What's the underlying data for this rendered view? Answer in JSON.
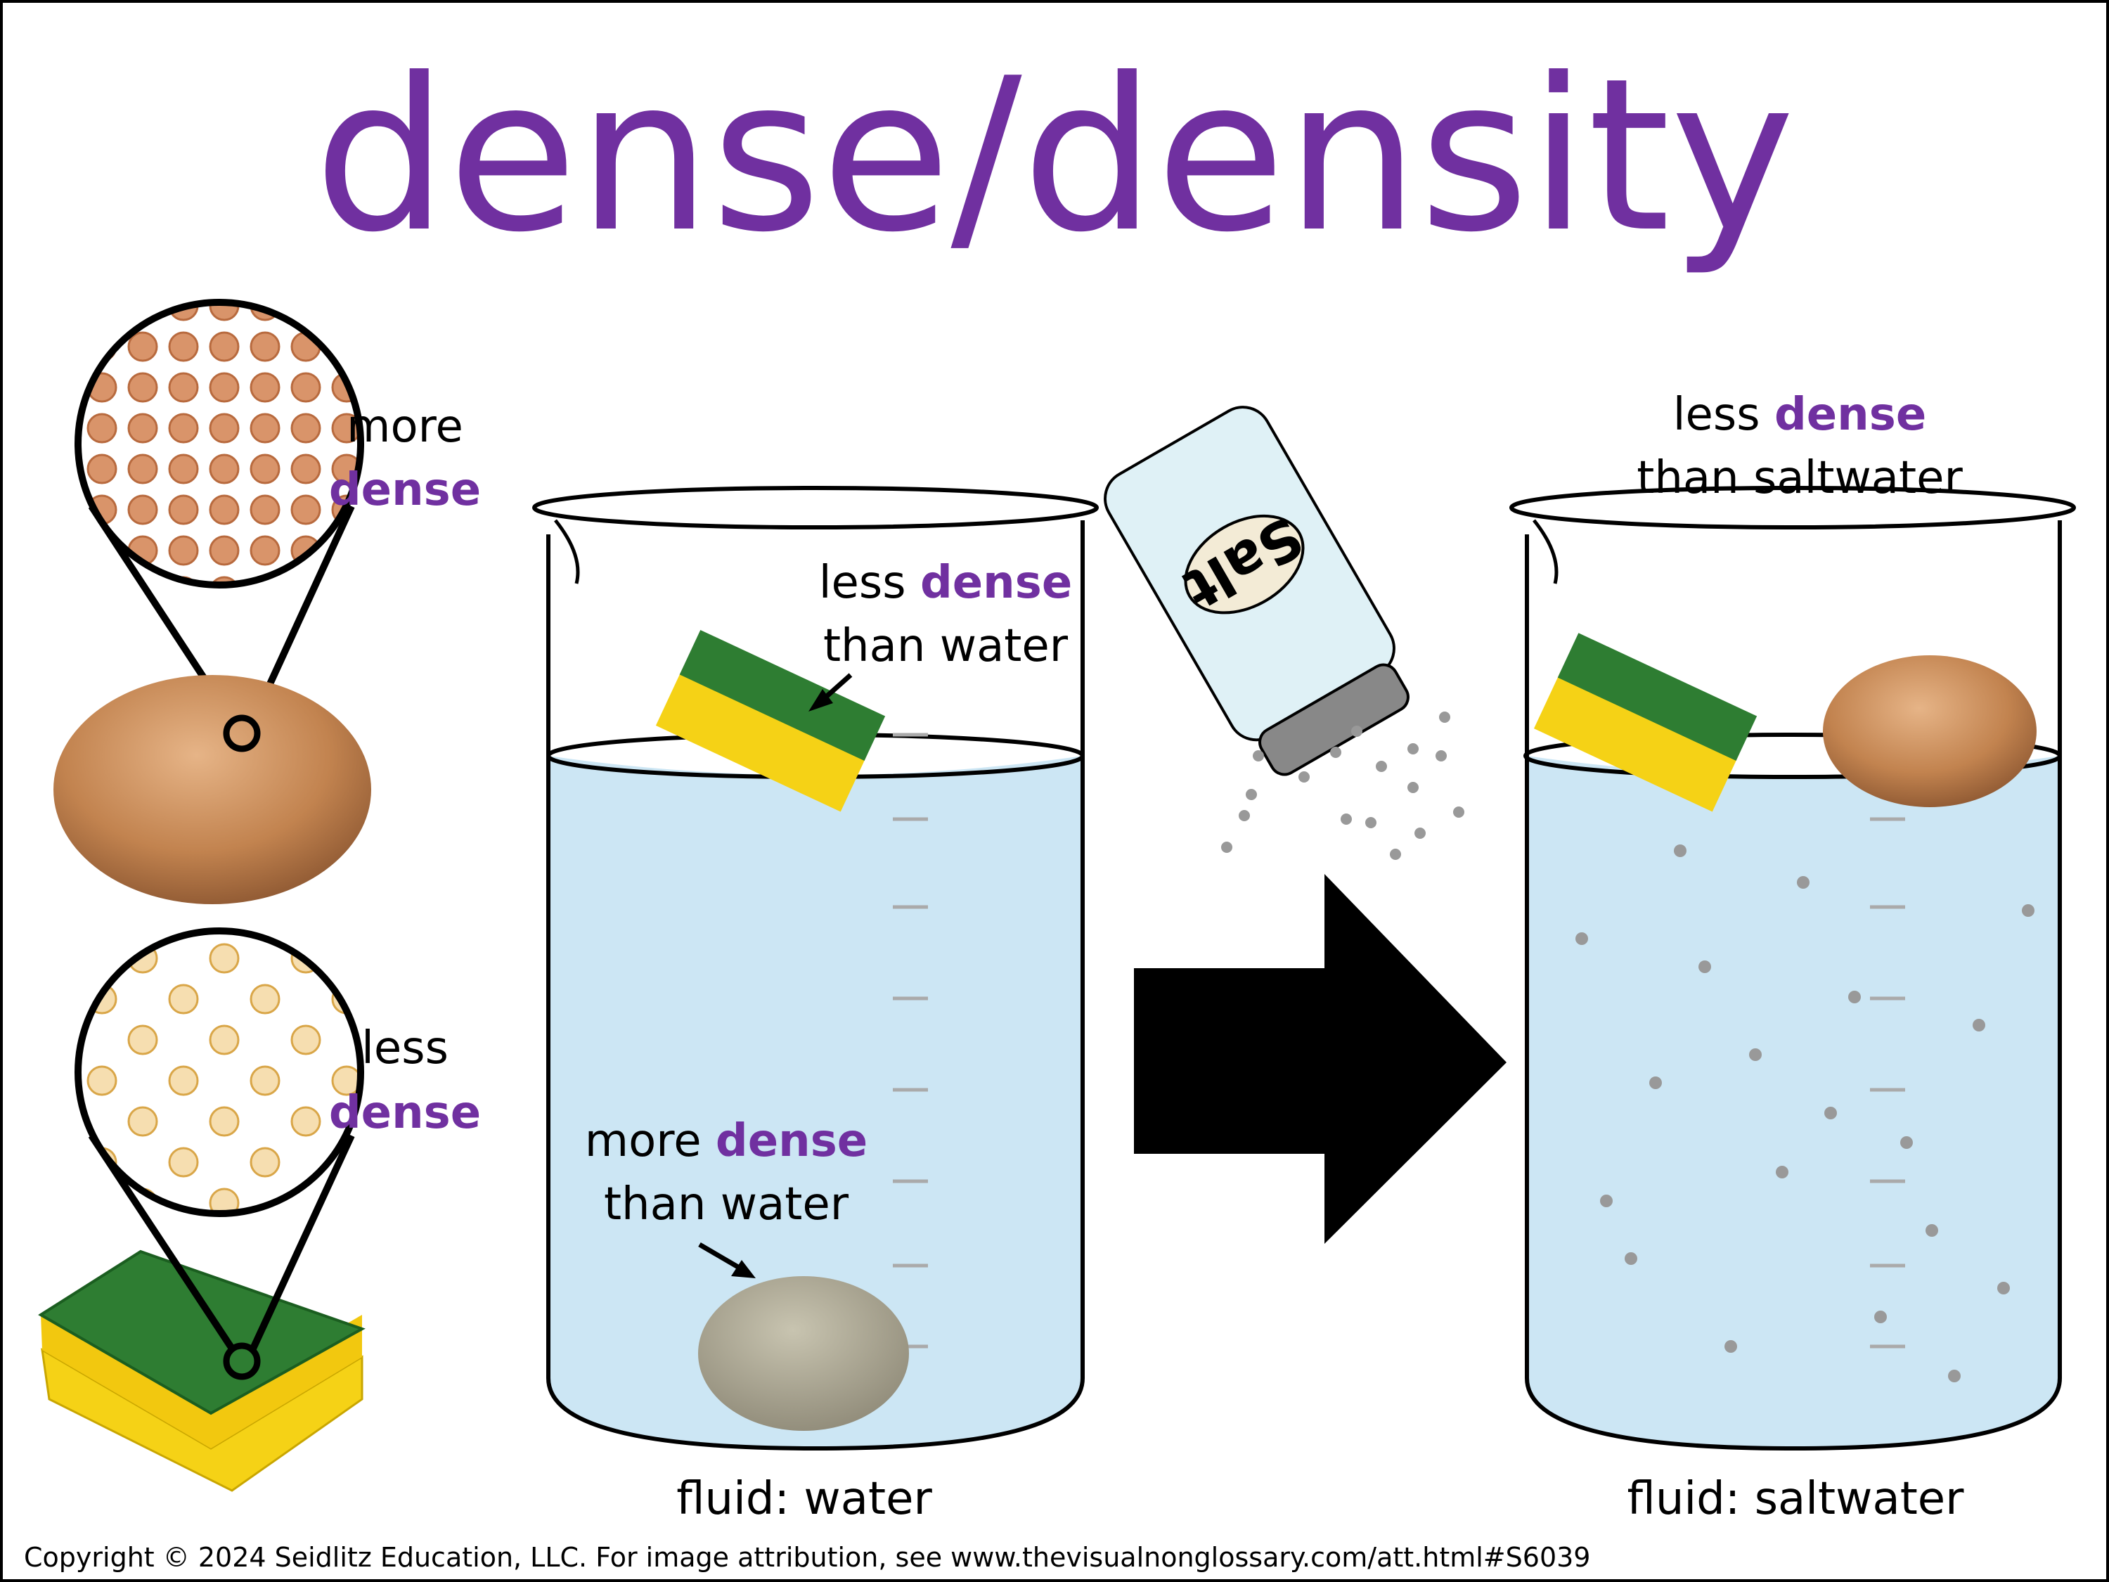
{
  "title": "dense/density",
  "colors": {
    "accent": "#7030a0",
    "water": "#cce6f4",
    "egg": "#c98a55",
    "sponge_green": "#2e7d32",
    "sponge_yellow": "#f5d216"
  },
  "left_panel": {
    "egg_label": {
      "line1": "more",
      "line2": "dense"
    },
    "sponge_label": {
      "line1": "less",
      "line2": "dense"
    }
  },
  "beaker_water": {
    "sponge_label": {
      "pre": "less ",
      "accent": "dense",
      "line2": "than water"
    },
    "egg_label": {
      "pre": "more ",
      "accent": "dense",
      "line2": "than water"
    },
    "caption": "fluid: water"
  },
  "salt_shaker": {
    "label": "Salt"
  },
  "beaker_saltwater": {
    "egg_label": {
      "pre": "less ",
      "accent": "dense",
      "line2": "than saltwater"
    },
    "caption": "fluid: saltwater"
  },
  "footer": {
    "copyright": "Copyright © 2024 Seidlitz Education, LLC.  For image attribution, see www.thevisualnonglossary.com/att.html#S6039"
  }
}
